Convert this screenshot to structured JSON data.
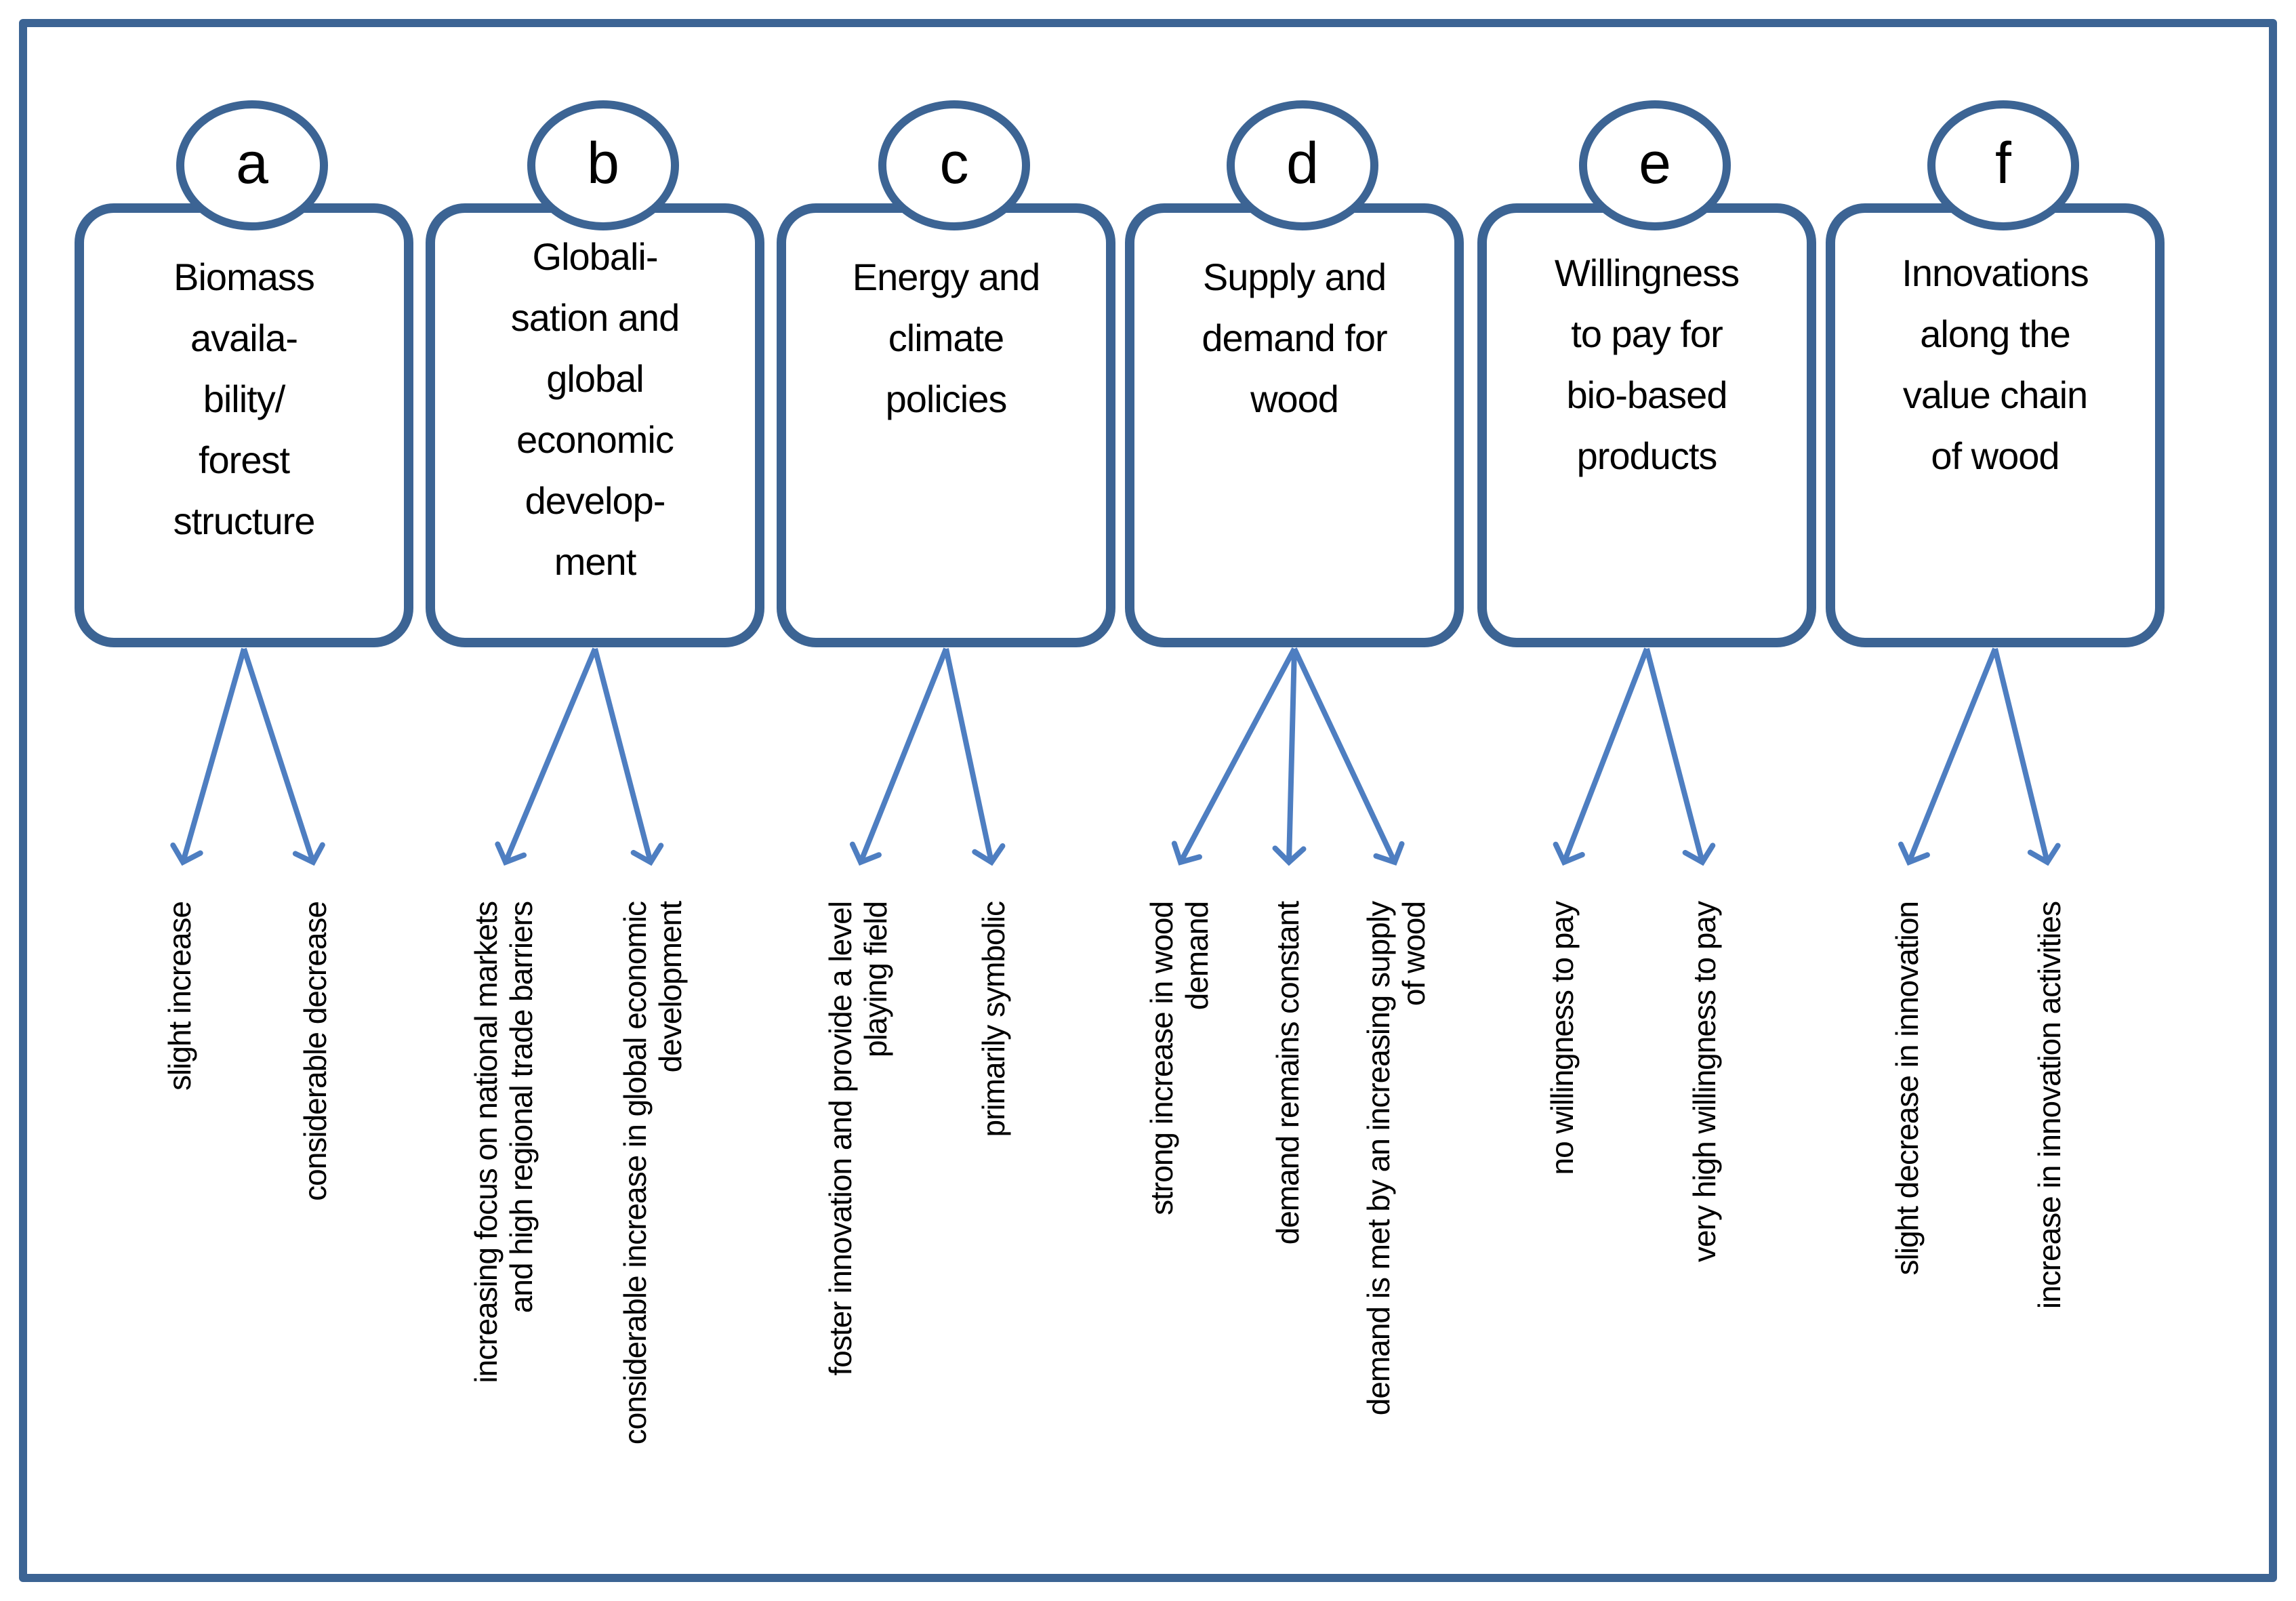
{
  "figure": {
    "description": "Scenario factors diagram: six lettered factor boxes with arrows pointing to possible outcome states",
    "colors": {
      "box_border": "#3C6494",
      "arrow": "#4E7EC1",
      "text": "#000000",
      "background": "#FFFFFF"
    },
    "columns": [
      {
        "letter": "a",
        "title": "Biomass\navaila-\nbility/\nforest\nstructure",
        "outcomes": [
          "slight increase",
          "considerable decrease"
        ]
      },
      {
        "letter": "b",
        "title": "Globali-\nsation and\nglobal\neconomic\ndevelop-\nment",
        "outcomes": [
          "increasing focus on national markets\nand high regional trade barriers",
          "considerable increase in global economic\ndevelopment"
        ]
      },
      {
        "letter": "c",
        "title": "Energy and\nclimate\npolicies",
        "outcomes": [
          "foster innovation and provide a level\nplaying field",
          "primarily symbolic"
        ]
      },
      {
        "letter": "d",
        "title": "Supply and\ndemand for\nwood",
        "outcomes": [
          "strong increase in wood\ndemand",
          "demand remains constant",
          "demand is met by an increasing supply\nof wood"
        ]
      },
      {
        "letter": "e",
        "title": "Willingness\nto pay for\nbio-based\nproducts",
        "outcomes": [
          "no willingness to pay",
          "very high willingness to pay"
        ]
      },
      {
        "letter": "f",
        "title": "Innovations\nalong the\nvalue chain\nof wood",
        "outcomes": [
          "slight decrease in innovation",
          "increase in innovation activities"
        ]
      }
    ]
  }
}
